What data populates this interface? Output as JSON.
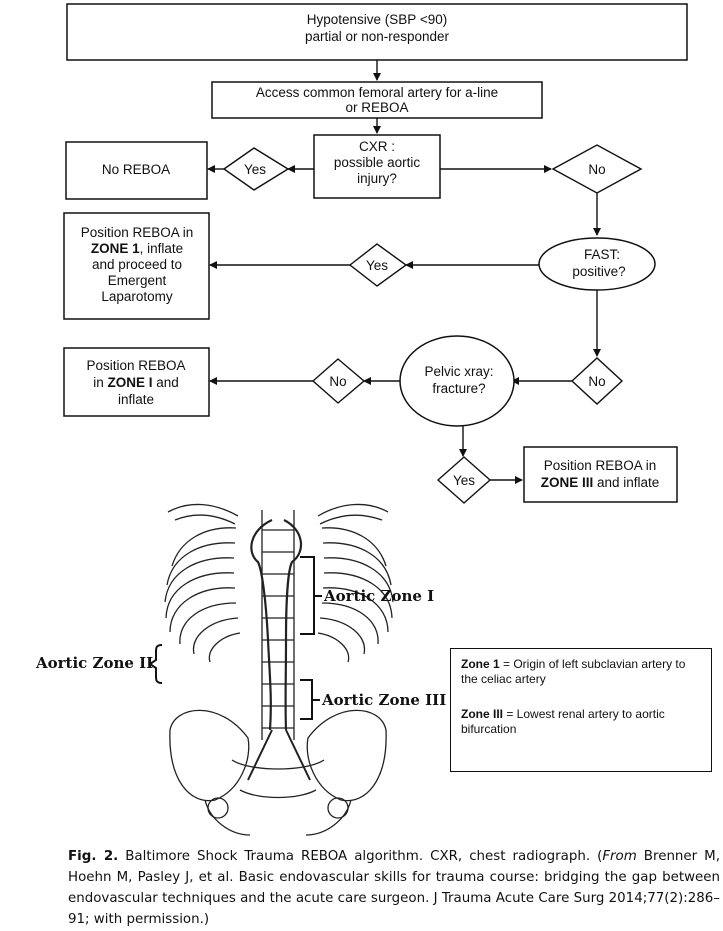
{
  "flowchart": {
    "start_line1": "Hypotensive (SBP <90)",
    "start_line2": "partial or non-responder",
    "access_line1": "Access common femoral artery for a-line",
    "access_line2": "or REBOA",
    "cxr_line1": "CXR :",
    "cxr_line2": "possible aortic",
    "cxr_line3": "injury?",
    "cxr_yes": "Yes",
    "cxr_no": "No",
    "no_reboa": "No REBOA",
    "fast_line1": "FAST:",
    "fast_line2": "positive?",
    "fast_yes": "Yes",
    "fast_no": "No",
    "zone1_laparotomy_line1": "Position REBOA in",
    "zone1_laparotomy_line2_bold": "ZONE 1",
    "zone1_laparotomy_line2_rest": ", inflate",
    "zone1_laparotomy_line3": "and proceed to",
    "zone1_laparotomy_line4": "Emergent",
    "zone1_laparotomy_line5": "Laparotomy",
    "pelvic_line1": "Pelvic xray:",
    "pelvic_line2": "fracture?",
    "pelvic_no": "No",
    "pelvic_yes": "Yes",
    "zone1_line1": "Position REBOA",
    "zone1_line2_pre": "in ",
    "zone1_line2_bold": "ZONE I",
    "zone1_line2_post": " and",
    "zone1_line3": "inflate",
    "zone3_line1": "Position REBOA in",
    "zone3_line2_bold": "ZONE III",
    "zone3_line2_post": " and inflate"
  },
  "anatomy": {
    "zone_1_label": "Aortic Zone I",
    "zone_2_label": "Aortic Zone II",
    "zone_3_label": "Aortic Zone III"
  },
  "legend": {
    "zone1_key": "Zone 1",
    "zone1_text": " = Origin of left subclavian artery to the celiac artery",
    "zone3_key": "Zone III",
    "zone3_text": " = Lowest renal artery to aortic bifurcation"
  },
  "caption": {
    "fig_label": "Fig. 2.",
    "text_a": "  Baltimore Shock Trauma REBOA algorithm. CXR, chest radiograph. (",
    "from_word": "From",
    "text_b": " Brenner M, Hoehn M, Pasley J, et al. Basic endovascular skills for trauma course: bridging the gap between endovascular techniques and the acute care surgeon. J Trauma Acute Care Surg 2014;77(2):286–91; with permission.)"
  }
}
